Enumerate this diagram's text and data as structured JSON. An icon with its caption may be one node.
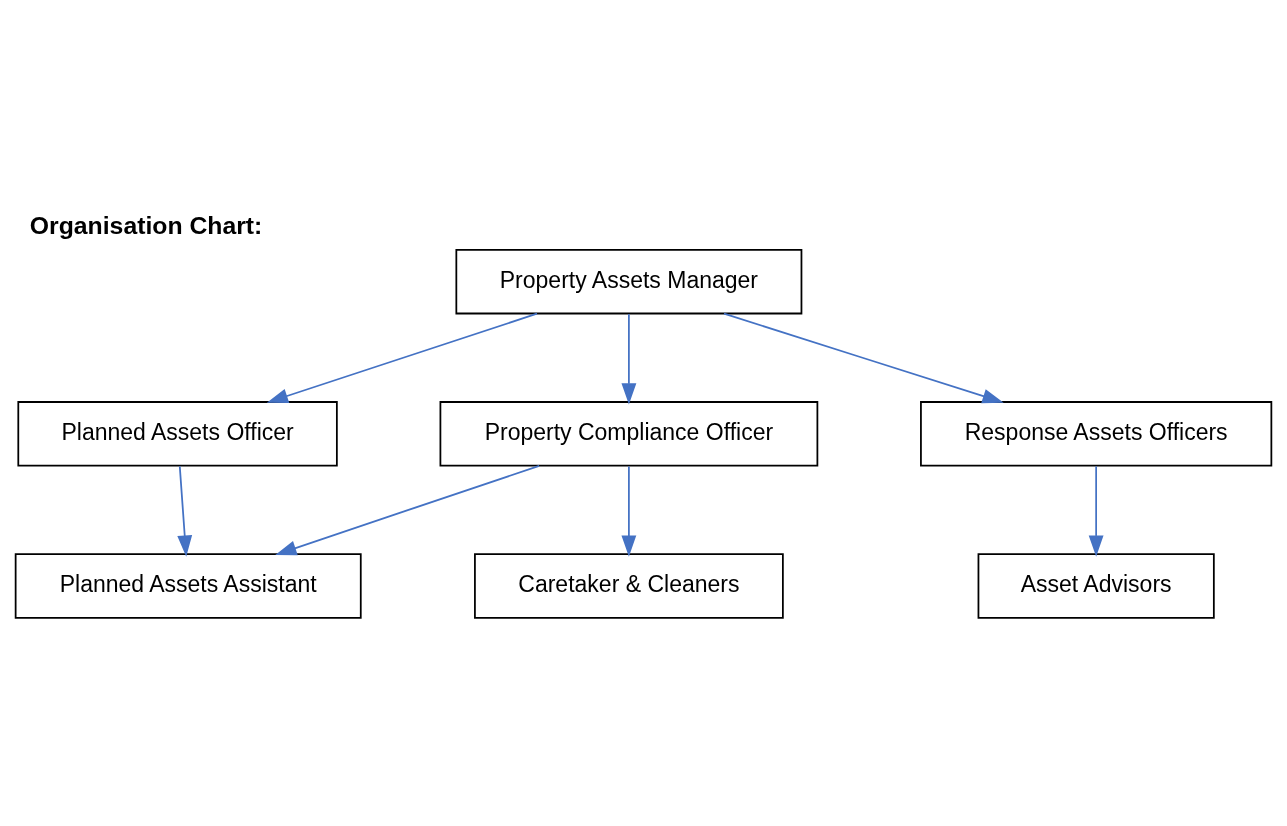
{
  "diagram": {
    "title": "Organisation Chart:",
    "nodes": [
      {
        "text": [
          "Property Assets Manager"
        ]
      },
      {
        "text": [
          "Planned Assets Officer"
        ]
      },
      {
        "text": [
          "Property Compliance Officer"
        ]
      },
      {
        "text": [
          "Response Assets Officers"
        ]
      },
      {
        "text": [
          "Planned Assets Assistant"
        ]
      },
      {
        "text": [
          "Caretaker & Cleaners"
        ]
      },
      {
        "text": [
          "Asset Advisors"
        ]
      }
    ],
    "edges": [
      {
        "from": 0,
        "to": 1,
        "arrow": "to"
      },
      {
        "from": 0,
        "to": 2,
        "arrow": "to"
      },
      {
        "from": 0,
        "to": 3,
        "arrow": "to"
      },
      {
        "from": 1,
        "to": 4,
        "arrow": "to"
      },
      {
        "from": 2,
        "to": 4,
        "arrow": "to"
      },
      {
        "from": 2,
        "to": 5,
        "arrow": "to"
      },
      {
        "from": 3,
        "to": 6,
        "arrow": "to"
      }
    ]
  }
}
